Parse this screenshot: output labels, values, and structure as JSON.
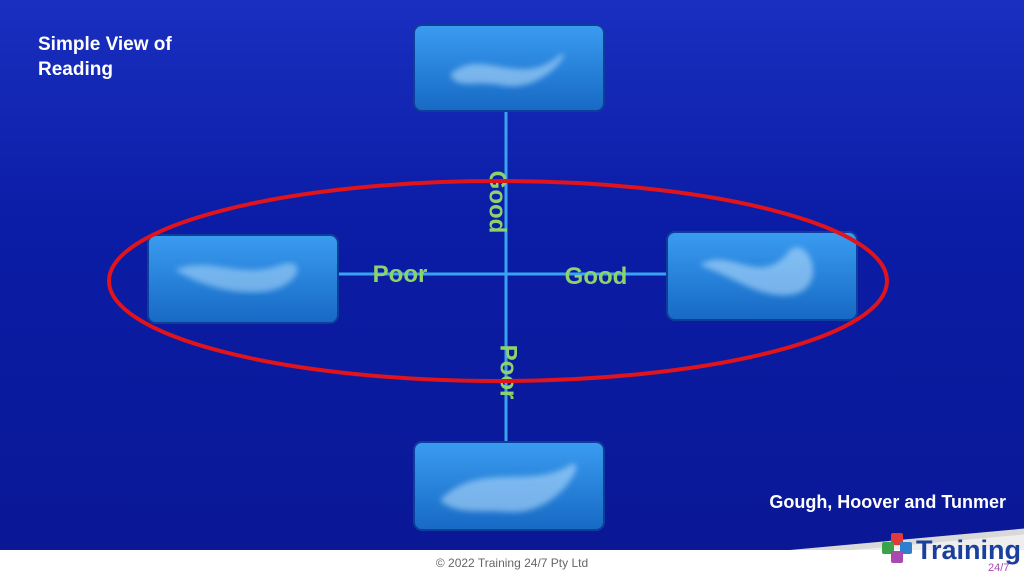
{
  "slide": {
    "title": "Simple View of Reading",
    "credit": "Gough, Hoover and Tunmer"
  },
  "diagram": {
    "vertical_axis": {
      "top_label": "Good",
      "bottom_label": "Poor"
    },
    "horizontal_axis": {
      "left_label": "Poor",
      "right_label": "Good"
    }
  },
  "footer": {
    "copyright": "© 2022 Training 24/7 Pty Ltd",
    "logo_text": "Training",
    "logo_subtext": "24/7"
  },
  "colors": {
    "background": "#0b1da6",
    "axis_label": "#8ed36a",
    "axis_line": "#3aa3f0",
    "box_fill": "#1e7fd6",
    "ellipse": "#e0141a"
  }
}
